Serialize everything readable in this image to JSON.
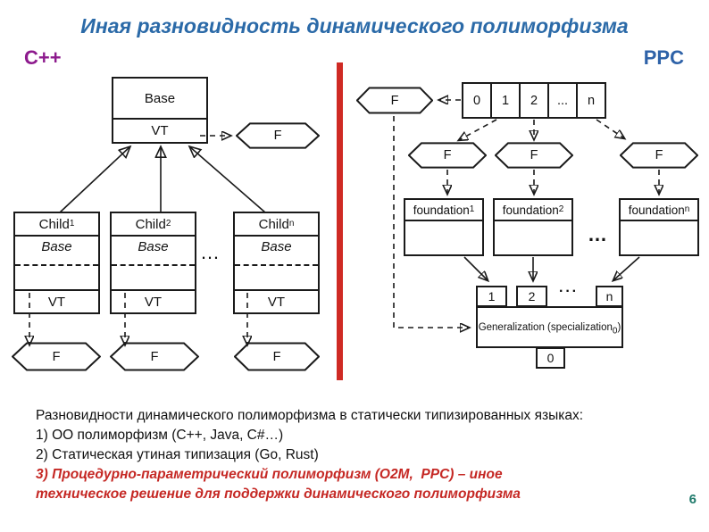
{
  "slide": {
    "title": "Иная разновидность динамического полиморфизма",
    "page_number": "6"
  },
  "left_panel": {
    "label": "C++",
    "base_box": {
      "title": "Base",
      "vt_label": "VT"
    },
    "vt_hexagon_label": "F",
    "children_ellipsis": "…",
    "children": [
      {
        "title": "Child",
        "title_sub": "1",
        "parent_ref": "Base",
        "vt_label": "VT",
        "hexagon_label": "F"
      },
      {
        "title": "Child",
        "title_sub": "2",
        "parent_ref": "Base",
        "vt_label": "VT",
        "hexagon_label": "F"
      },
      {
        "title": "Child",
        "title_sub": "n",
        "parent_ref": "Base",
        "vt_label": "VT",
        "hexagon_label": "F"
      }
    ]
  },
  "right_panel": {
    "label": "PPC",
    "func_hexagon_label": "F",
    "index_cells": [
      "0",
      "1",
      "2",
      "...",
      "n"
    ],
    "handler_hexagons": [
      "F",
      "F",
      "F"
    ],
    "foundations": [
      {
        "name": "foundation",
        "sub": "1"
      },
      {
        "name": "foundation",
        "sub": "2"
      },
      {
        "name": "foundation",
        "sub": "n"
      }
    ],
    "foundations_ellipsis": "…",
    "spec_cells": [
      "1",
      "2",
      "n"
    ],
    "spec_cells_ellipsis": "···",
    "generalization": {
      "pre": "Generalization (specialization",
      "sub": "0",
      "post": ")"
    },
    "zero_cell": "0"
  },
  "footer": {
    "lines": [
      "Разновидности динамического полиморфизма в статически типизированных языках:",
      "1) ОО полиморфизм (C++, Java, C#…)",
      "2) Статическая утиная типизация (Go, Rust)"
    ],
    "highlight_lines": [
      "3) Процедурно-параметрический полиморфизм (О2М,  PPC) – иное",
      "техническое решение для поддержки динамического полиморфизма"
    ]
  },
  "colors": {
    "title_blue": "#2b6aa8",
    "cpp_purple": "#8d1a8d",
    "ppc_blue": "#2e62a8",
    "accent_red": "#c52824",
    "divider_red": "#cf2a24",
    "page_teal": "#1f7a6b",
    "line_black": "#1a1a1a"
  }
}
